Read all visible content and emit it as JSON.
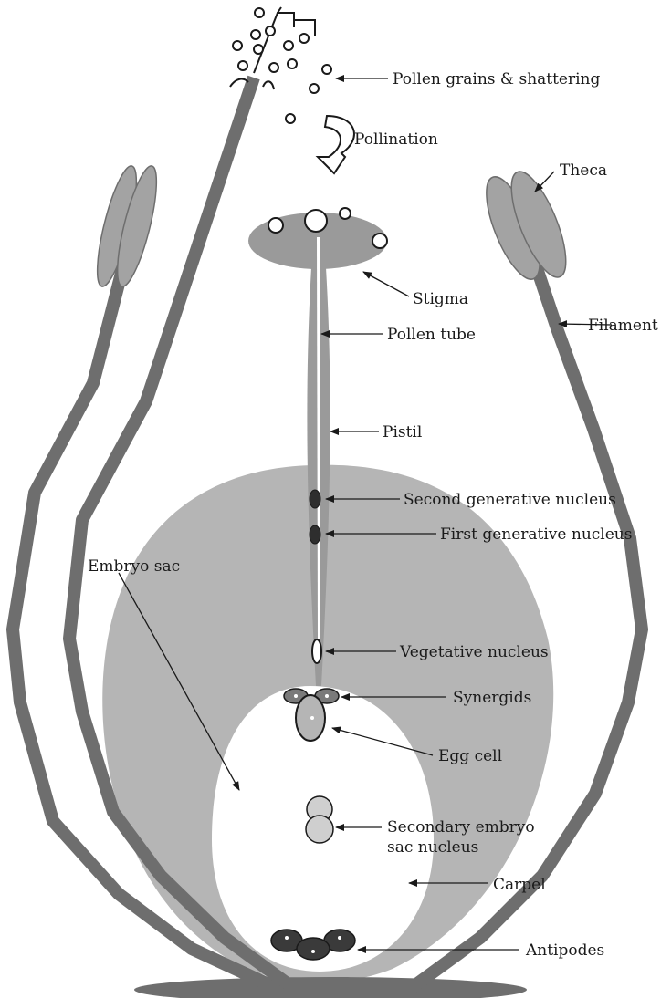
{
  "labels": {
    "pollen_grains": "Pollen grains & shattering",
    "pollination": "Pollination",
    "theca": "Theca",
    "stigma": "Stigma",
    "filament": "Filament",
    "pollen_tube": "Pollen tube",
    "pistil": "Pistil",
    "second_generative": "Second generative nucleus",
    "first_generative": "First generative nucleus",
    "embryo_sac": "Embryo sac",
    "vegetative": "Vegetative nucleus",
    "synergids": "Synergids",
    "egg_cell": "Egg cell",
    "secondary_line1": "Secondary embryo",
    "secondary_line2": "sac nucleus",
    "carpel": "Carpel",
    "antipodes": "Antipodes"
  },
  "colors": {
    "dark_gray": "#6e6e6e",
    "mid_gray": "#9a9a9a",
    "light_gray": "#b5b5b5",
    "nucleus_dark": "#2e2e2e",
    "outline": "#1a1a1a"
  }
}
